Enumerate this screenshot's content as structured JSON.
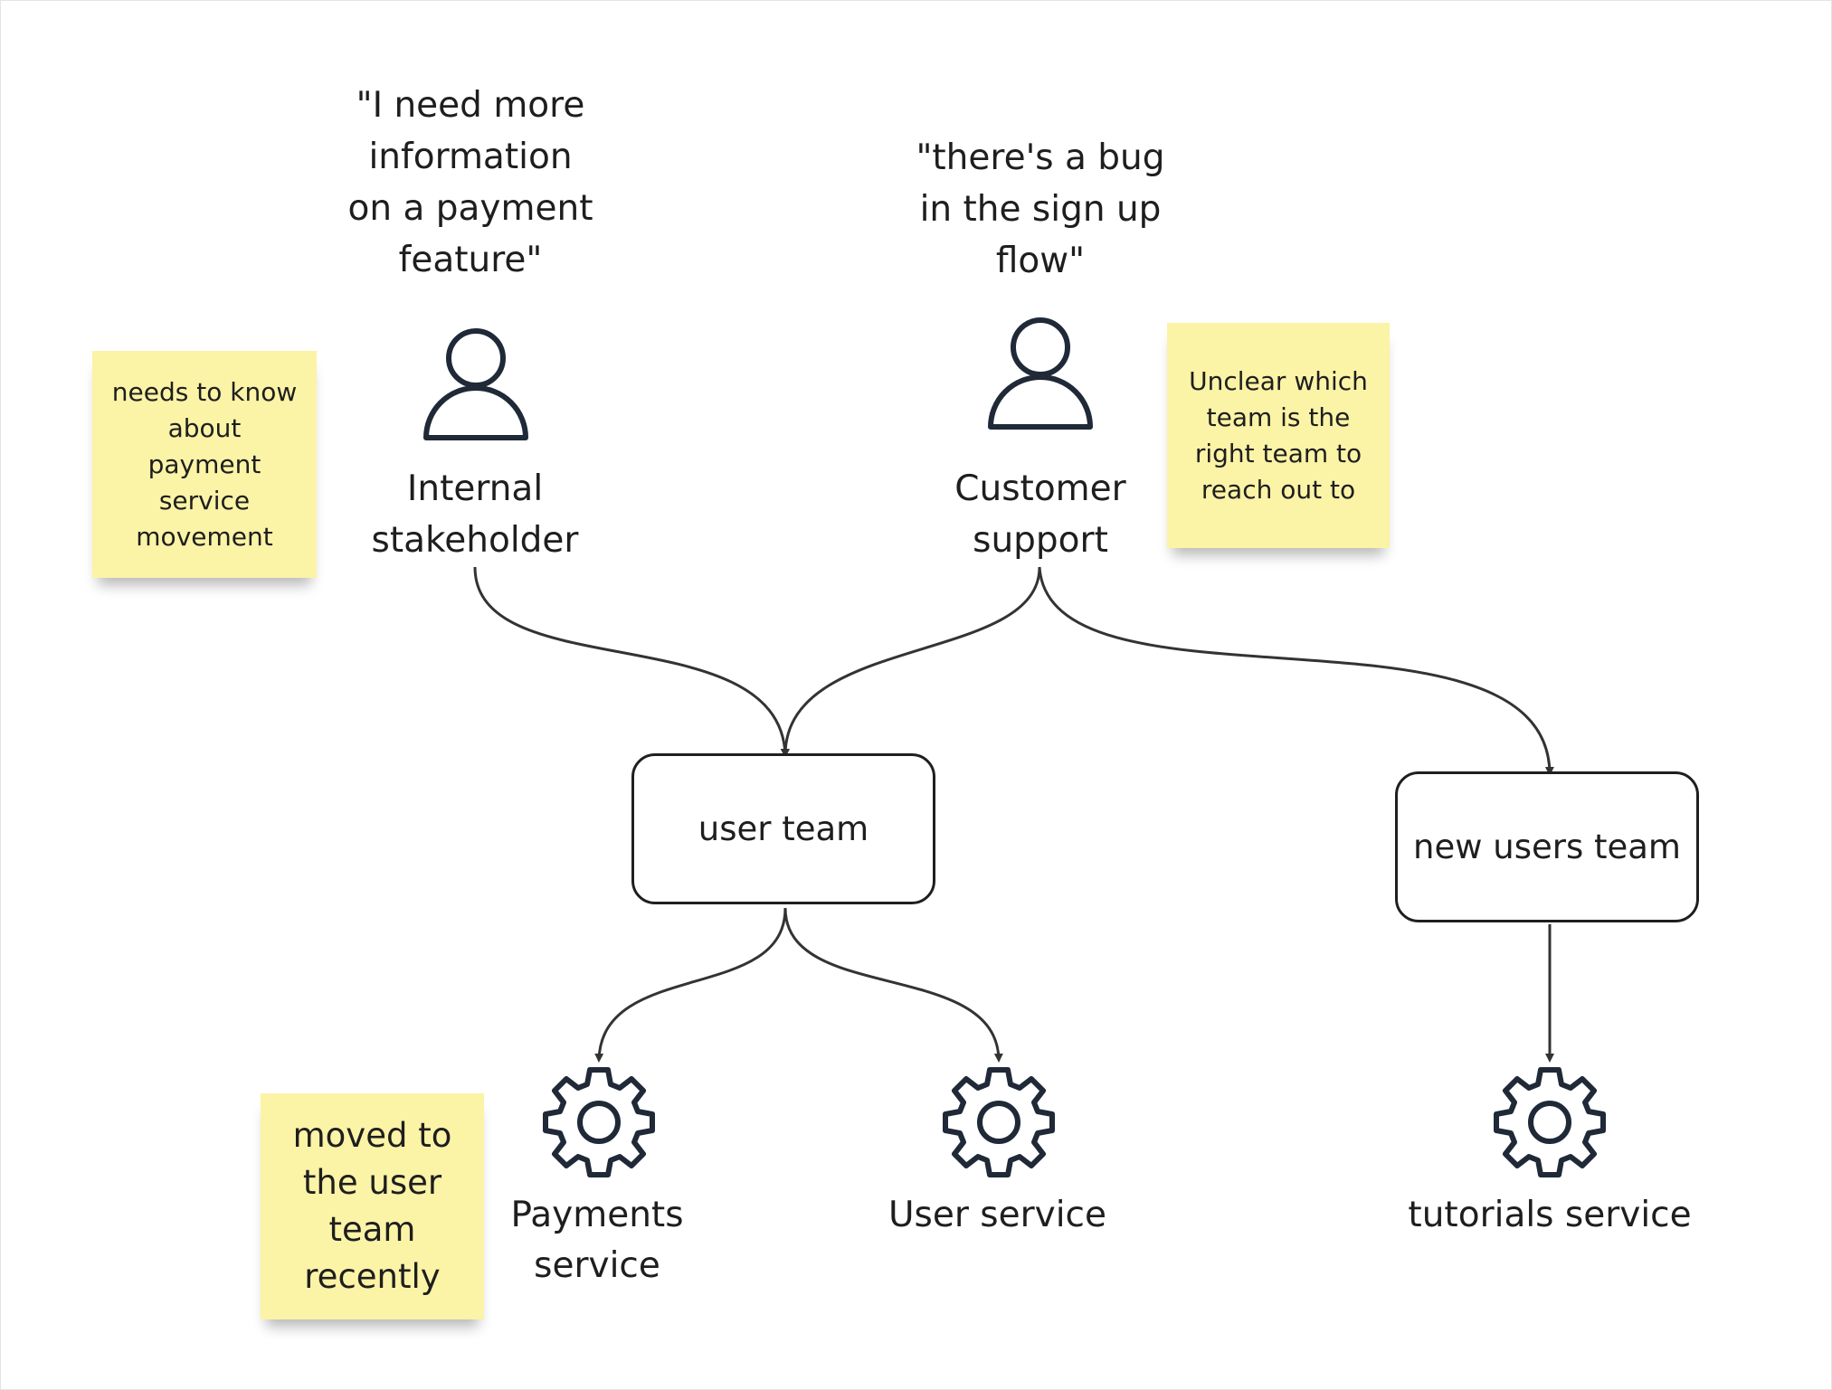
{
  "quotes": {
    "stakeholder": "\"I need more\ninformation\non a payment\nfeature\"",
    "support": "\"there's a bug\nin the sign up\nflow\""
  },
  "actors": {
    "stakeholder": {
      "label": "Internal\nstakeholder",
      "icon": "person-icon"
    },
    "support": {
      "label": "Customer\nsupport",
      "icon": "person-icon"
    }
  },
  "teams": {
    "user_team": "user team",
    "new_users_team": "new users team"
  },
  "services": {
    "payments": {
      "label": "Payments\nservice",
      "icon": "gear-icon"
    },
    "user": {
      "label": "User service",
      "icon": "gear-icon"
    },
    "tutorials": {
      "label": "tutorials service",
      "icon": "gear-icon"
    }
  },
  "notes": {
    "stakeholder_note": "needs to know\nabout\npayment\nservice\nmovement",
    "support_note": "Unclear which\nteam is the\nright team to\nreach out to",
    "payments_note": "moved to\nthe user\nteam\nrecently"
  },
  "colors": {
    "sticky": "#fbf3a6",
    "stroke": "#1f2937",
    "connector": "#333333"
  }
}
